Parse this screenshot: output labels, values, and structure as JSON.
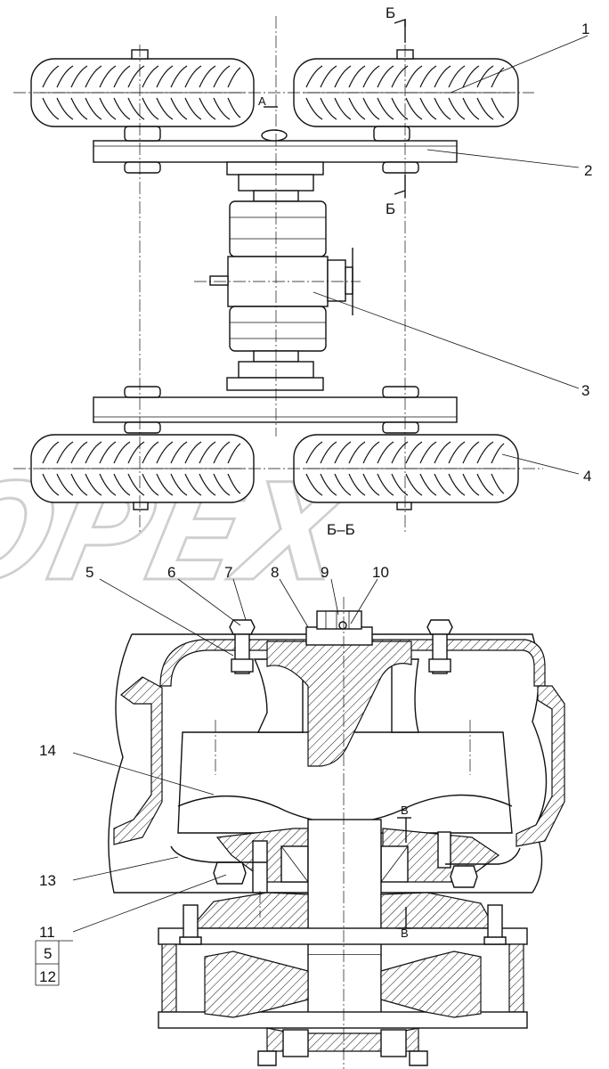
{
  "section_labels": {
    "b_top": "Б",
    "b_bottom": "Б",
    "a_arrow": "A",
    "section_bb": "Б–Б",
    "v_top": "B",
    "v_bottom": "B"
  },
  "callouts": {
    "c1": "1",
    "c2": "2",
    "c3": "3",
    "c4": "4",
    "c5": "5",
    "c6": "6",
    "c7": "7",
    "c8": "8",
    "c9": "9",
    "c10": "10",
    "c11": "11",
    "c12": "12",
    "c13": "13",
    "c14": "14"
  },
  "bom_box": {
    "row1": "11",
    "row2": "5",
    "row3": "12"
  },
  "watermark": "OPEX",
  "colors": {
    "line": "#111111",
    "watermark": "#cfcfcf",
    "background": "#ffffff"
  }
}
